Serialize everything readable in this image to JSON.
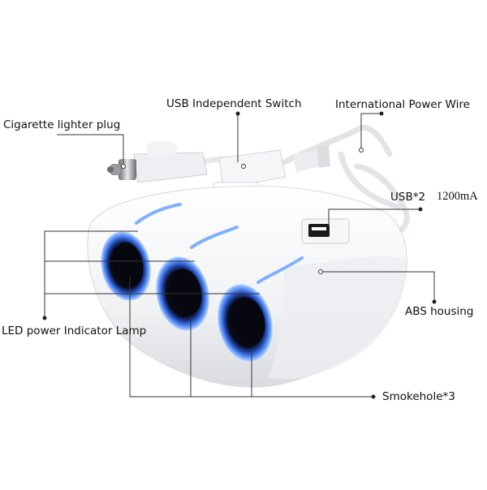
{
  "callouts": {
    "cigarette_plug": "Cigarette lighter plug",
    "usb_switch": "USB Independent Switch",
    "power_wire": "International Power Wire",
    "usb_ports": "USB*2",
    "usb_current": "1200mA",
    "led_lamp": "LED power Indicator Lamp",
    "abs_housing": "ABS housing",
    "smokehole": "Smokehole*3"
  },
  "colors": {
    "housing": "#f4f5f7",
    "socket_glow": "#2f6fe0",
    "socket_dark": "#0a0a14",
    "leader_line": "#333333"
  }
}
